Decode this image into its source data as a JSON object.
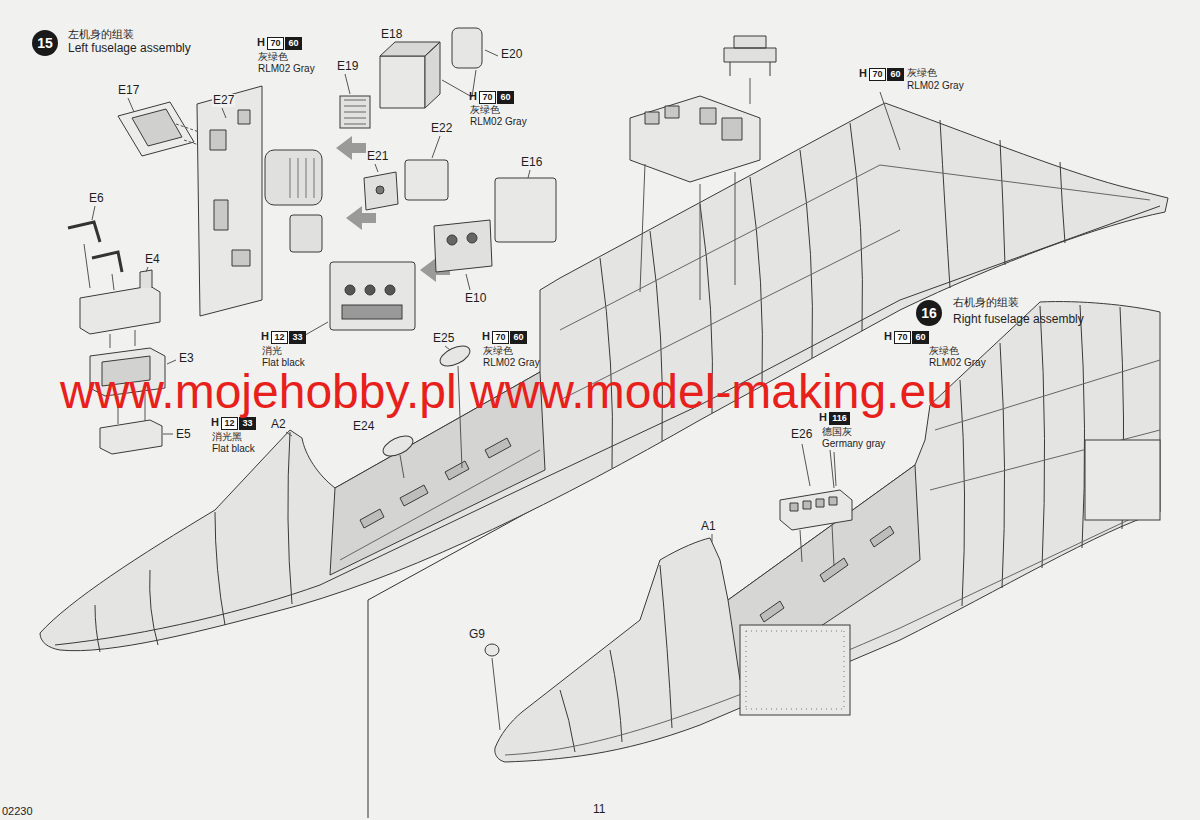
{
  "diagram": {
    "nodes": [
      {
        "text": [
          "15"
        ]
      },
      {
        "text": [
          "70"
        ]
      },
      {
        "text": [
          "60"
        ]
      },
      {
        "text": [
          "70"
        ]
      },
      {
        "text": [
          "60"
        ]
      },
      {
        "text": [
          "70"
        ]
      },
      {
        "text": [
          "60"
        ]
      },
      {
        "text": [
          "16"
        ]
      },
      {
        "text": [
          "70"
        ]
      },
      {
        "text": [
          "60"
        ]
      },
      {
        "text": [
          "12"
        ]
      },
      {
        "text": [
          "33"
        ]
      },
      {
        "text": [
          "70"
        ]
      },
      {
        "text": [
          "60"
        ]
      },
      {
        "text": [
          "116"
        ]
      },
      {
        "text": [
          "12"
        ]
      },
      {
        "text": [
          "33"
        ]
      }
    ],
    "labels": [
      "左机身的组装",
      "Left fuselage assembly",
      "E17",
      "E27",
      "H",
      "灰绿色",
      "RLM02 Gray",
      "E18",
      "E19",
      "E20",
      "H",
      "灰绿色",
      "RLM02 Gray",
      "E22",
      "E21",
      "E16",
      "E6",
      "E4",
      "E10",
      "H",
      "灰绿色",
      "RLM02 Gray",
      "右机身的组装",
      "Right fuselage assembly",
      "H",
      "消光",
      "Flat black",
      "E25",
      "H",
      "灰绿色",
      "RLM02 Gray",
      "H",
      "灰绿色",
      "RLM02 Gray",
      "E3",
      "www.mojehobby.pl www.model-making.eu",
      "H",
      "消光黑",
      "Flat black",
      "A2",
      "E24",
      "H",
      "德国灰",
      "Germany gray",
      "E26",
      "E5",
      "A1",
      "G9",
      "11",
      "02230"
    ]
  }
}
